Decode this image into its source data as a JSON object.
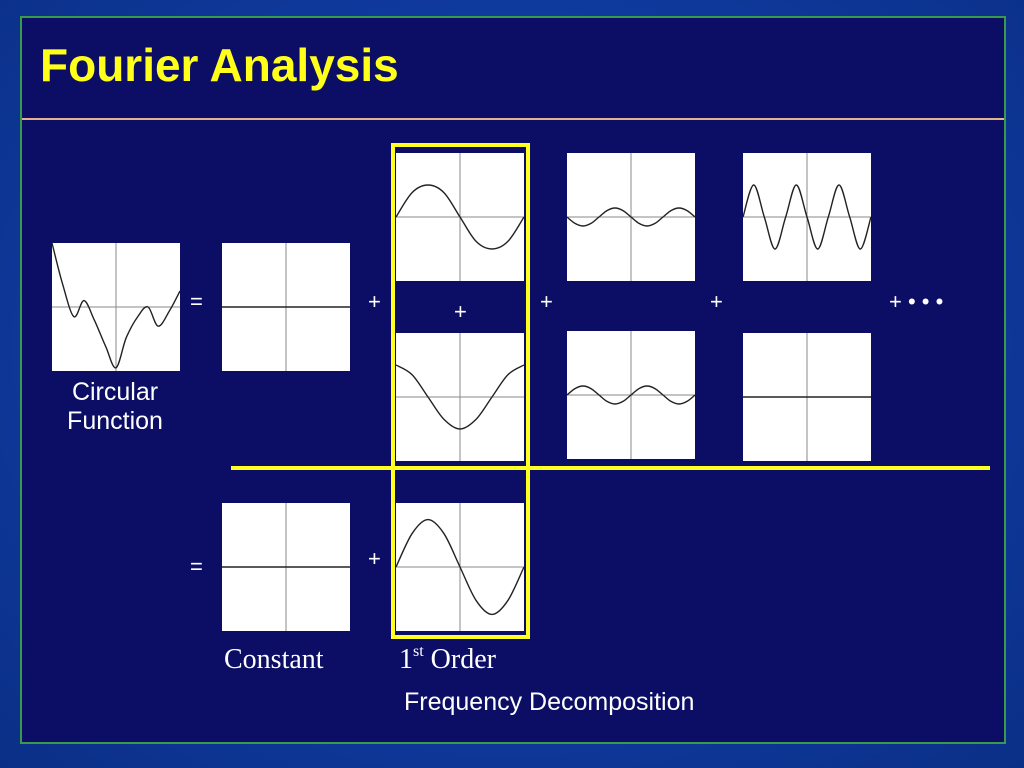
{
  "slide": {
    "title": "Fourier Analysis",
    "caption": "Frequency Decomposition"
  },
  "labels": {
    "circular_line1": "Circular",
    "circular_line2": "Function",
    "constant": "Constant",
    "first_order_num": "1",
    "first_order_sup": "st",
    "first_order_word": " Order"
  },
  "operators": {
    "equals": "=",
    "plus": "+",
    "plus_ellipsis": "+ • • •"
  },
  "colors": {
    "title": "#ffff1a",
    "highlight": "#ffff22",
    "panel_background": "#ffffff",
    "grid_line": "#8a8a8a",
    "curve": "#222222"
  },
  "chart_data": [
    {
      "type": "line",
      "panel": "circular_function",
      "x": [
        0,
        0.08,
        0.17,
        0.25,
        0.33,
        0.42,
        0.5,
        0.58,
        0.67,
        0.75,
        0.83,
        0.92,
        1
      ],
      "values": [
        1.0,
        0.38,
        -0.15,
        0.1,
        -0.2,
        -0.62,
        -0.95,
        -0.48,
        -0.15,
        0.0,
        -0.3,
        -0.05,
        0.25
      ]
    },
    {
      "type": "line",
      "panel": "constant",
      "x": [
        0,
        1
      ],
      "values": [
        0,
        0
      ]
    },
    {
      "type": "line",
      "panel": "first_order_cos",
      "x": [
        0,
        0.125,
        0.25,
        0.375,
        0.5,
        0.625,
        0.75,
        0.875,
        1
      ],
      "values": [
        0.0,
        0.38,
        0.5,
        0.38,
        0.0,
        -0.38,
        -0.5,
        -0.38,
        0.0
      ]
    },
    {
      "type": "line",
      "panel": "first_order_sin",
      "x": [
        0,
        0.125,
        0.25,
        0.375,
        0.5,
        0.625,
        0.75,
        0.875,
        1
      ],
      "values": [
        0.5,
        0.35,
        0.0,
        -0.35,
        -0.5,
        -0.35,
        0.0,
        0.35,
        0.5
      ]
    },
    {
      "type": "line",
      "panel": "second_order_cos",
      "x": [
        0,
        0.0625,
        0.125,
        0.1875,
        0.25,
        0.3125,
        0.375,
        0.4375,
        0.5,
        0.5625,
        0.625,
        0.6875,
        0.75,
        0.8125,
        0.875,
        0.9375,
        1
      ],
      "values": [
        0.0,
        -0.1,
        -0.14,
        -0.1,
        0.0,
        0.1,
        0.14,
        0.1,
        0.0,
        -0.1,
        -0.14,
        -0.1,
        0.0,
        0.1,
        0.14,
        0.1,
        0.0
      ]
    },
    {
      "type": "line",
      "panel": "second_order_sin",
      "x": [
        0,
        0.0625,
        0.125,
        0.1875,
        0.25,
        0.3125,
        0.375,
        0.4375,
        0.5,
        0.5625,
        0.625,
        0.6875,
        0.75,
        0.8125,
        0.875,
        0.9375,
        1
      ],
      "values": [
        0.0,
        0.1,
        0.14,
        0.1,
        0.0,
        -0.1,
        -0.14,
        -0.1,
        0.0,
        0.1,
        0.14,
        0.1,
        0.0,
        -0.1,
        -0.14,
        -0.1,
        0.0
      ]
    },
    {
      "type": "line",
      "panel": "third_order_cos",
      "x": [
        0,
        0.0833,
        0.1667,
        0.25,
        0.3333,
        0.4167,
        0.5,
        0.5833,
        0.6667,
        0.75,
        0.8333,
        0.9167,
        1
      ],
      "values": [
        0.0,
        0.5,
        0.0,
        -0.5,
        0.0,
        0.5,
        0.0,
        -0.5,
        0.0,
        0.5,
        0.0,
        -0.5,
        0.0
      ]
    },
    {
      "type": "line",
      "panel": "third_order_sin",
      "x": [
        0,
        1
      ],
      "values": [
        0,
        0
      ]
    },
    {
      "type": "line",
      "panel": "result_constant",
      "x": [
        0,
        1
      ],
      "values": [
        0,
        0
      ]
    },
    {
      "type": "line",
      "panel": "result_first_order",
      "x": [
        0,
        0.125,
        0.25,
        0.375,
        0.5,
        0.625,
        0.75,
        0.875,
        1
      ],
      "values": [
        0.0,
        0.52,
        0.74,
        0.52,
        0.0,
        -0.52,
        -0.74,
        -0.52,
        0.0
      ]
    }
  ]
}
